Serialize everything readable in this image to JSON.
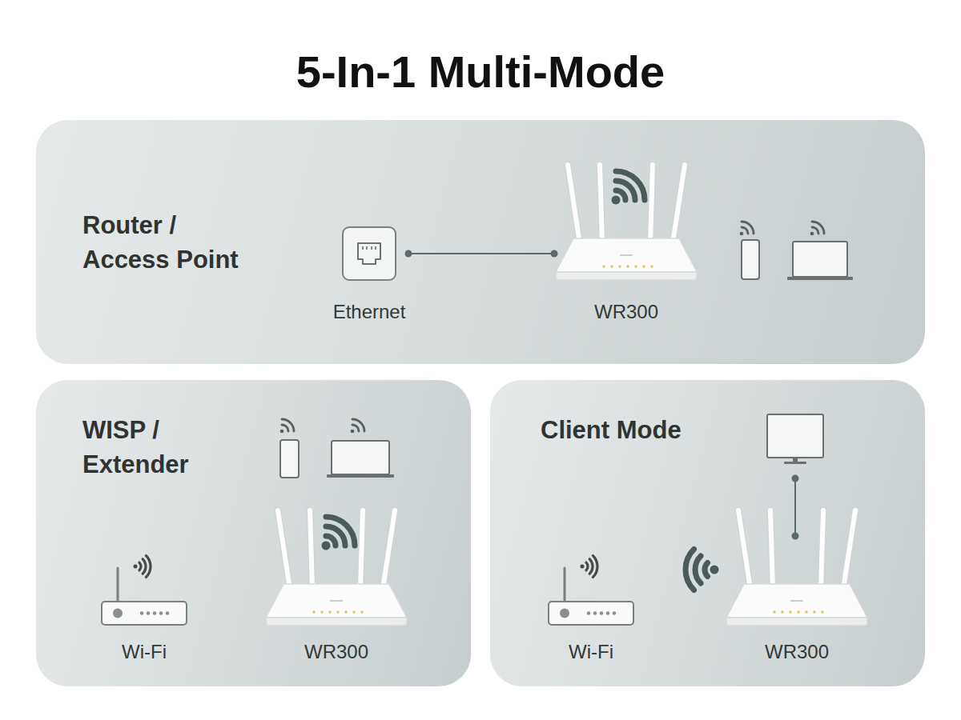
{
  "diagram": {
    "title": "5-In-1 Multi-Mode",
    "nodes": [
      {
        "text": [
          "Router / Access Point"
        ]
      },
      {
        "text": [
          "Ethernet"
        ],
        "in": 0
      },
      {
        "text": [
          "WR300"
        ],
        "in": 0
      },
      {
        "text": [
          "WISP / Extender"
        ]
      },
      {
        "text": [
          "Wi-Fi"
        ],
        "in": 3
      },
      {
        "text": [
          "WR300"
        ],
        "in": 3
      },
      {
        "text": [
          "Client Mode"
        ]
      },
      {
        "text": [
          "Wi-Fi"
        ],
        "in": 6
      },
      {
        "text": [
          "WR300"
        ],
        "in": 6
      }
    ],
    "edges": [
      {
        "from": 1,
        "to": 2,
        "arrow": "none"
      }
    ]
  }
}
